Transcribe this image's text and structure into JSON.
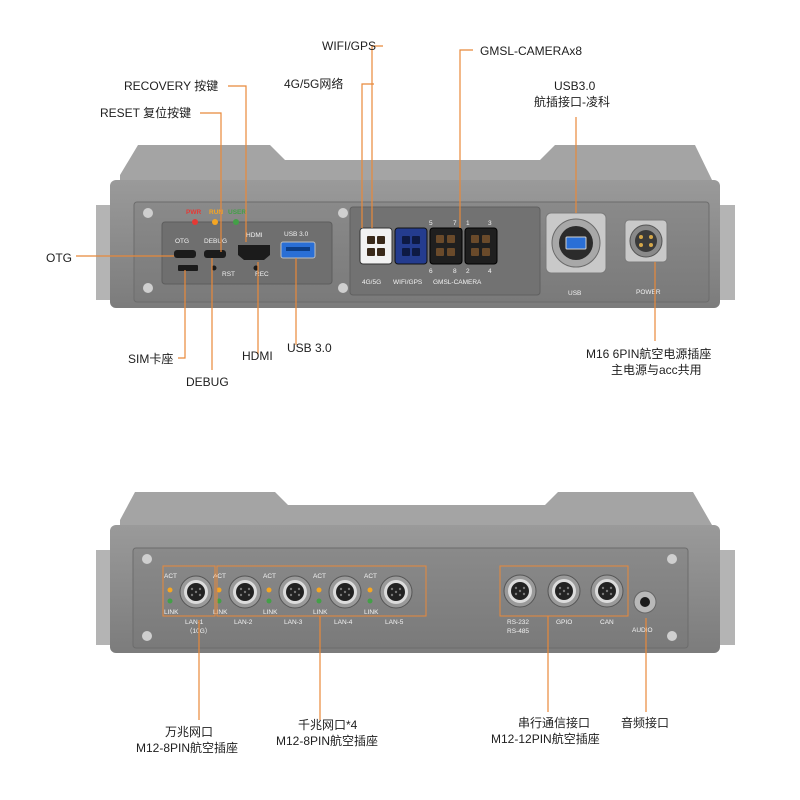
{
  "top_panel": {
    "callouts": {
      "wifi_gps": "WIFI/GPS",
      "gmsl_camera": "GMSL-CAMERAx8",
      "net_4g5g": "4G/5G网络",
      "recovery": "RECOVERY 按键",
      "reset": "RESET 复位按键",
      "usb30_line1": "USB3.0",
      "usb30_line2": "航插接口-凌科",
      "otg": "OTG",
      "sim": "SIM卡座",
      "debug": "DEBUG",
      "hdmi": "HDMI",
      "usb_3_0": "USB 3.0",
      "power_line1": "M16 6PIN航空电源插座",
      "power_line2": "主电源与acc共用"
    },
    "panel_labels": {
      "pwr": "PWR",
      "run": "RUN",
      "user": "USER",
      "otg": "OTG",
      "debug": "DEBUG",
      "hdmi": "HDMI",
      "usb30": "USB 3.0",
      "rst": "RST",
      "rec": "REC",
      "port_4g5g": "4G/5G",
      "port_wifi": "WIFI/GPS",
      "port_gmsl": "GMSL-CAMERA",
      "gmsl_top_nums": [
        "5",
        "7",
        "1",
        "3"
      ],
      "gmsl_bottom_nums": [
        "6",
        "8",
        "2",
        "4"
      ],
      "usb": "USB",
      "power": "POWER"
    },
    "led_colors": {
      "pwr": "#e53935",
      "run": "#f5a623",
      "user": "#43a047"
    }
  },
  "bottom_panel": {
    "callouts": {
      "lan10g_line1": "万兆网口",
      "lan10g_line2": "M12-8PIN航空插座",
      "lan1g_line1": "千兆网口*4",
      "lan1g_line2": "M12-8PIN航空插座",
      "serial_line1": "串行通信接口",
      "serial_line2": "M12-12PIN航空插座",
      "audio": "音频接口"
    },
    "panel_labels": {
      "act": "ACT",
      "link": "LINK",
      "lan1": "LAN-1",
      "lan1_sub": "（10G）",
      "lan2": "LAN-2",
      "lan3": "LAN-3",
      "lan4": "LAN-4",
      "lan5": "LAN-5",
      "rs232": "RS-232",
      "rs485": "RS-485",
      "gpio": "GPIO",
      "can": "CAN",
      "audio": "AUDIO"
    },
    "led_colors": {
      "act": "#f5a623",
      "link": "#43a047"
    },
    "highlight_color": "#e8893a"
  }
}
